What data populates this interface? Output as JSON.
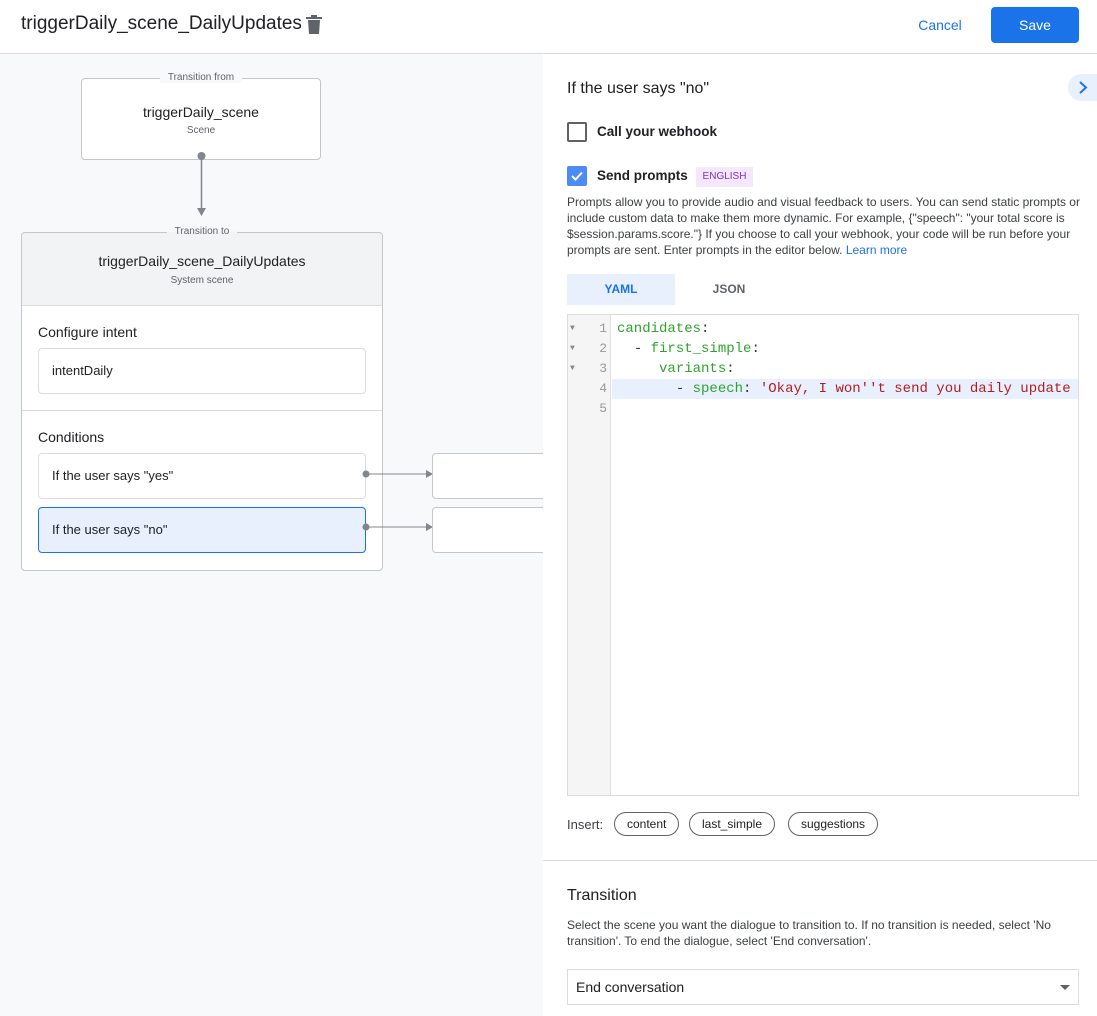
{
  "header": {
    "title": "triggerDaily_scene_DailyUpdates",
    "cancel_label": "Cancel",
    "save_label": "Save",
    "accent": "#1a73e8"
  },
  "canvas": {
    "from": {
      "legend": "Transition from",
      "name": "triggerDaily_scene",
      "type": "Scene"
    },
    "to": {
      "legend": "Transition to",
      "name": "triggerDaily_scene_DailyUpdates",
      "type": "System scene",
      "intent_label": "Configure intent",
      "intent_value": "intentDaily",
      "conditions_label": "Conditions",
      "conditions": [
        {
          "label": "If the user says \"yes\"",
          "selected": false
        },
        {
          "label": "If the user says \"no\"",
          "selected": true
        }
      ]
    }
  },
  "panel": {
    "heading": "If the user says \"no\"",
    "webhook": {
      "label": "Call your webhook",
      "checked": false
    },
    "prompts": {
      "label": "Send prompts",
      "checked": true,
      "badge": "ENGLISH",
      "description": "Prompts allow you to provide audio and visual feedback to users. You can send static prompts or include custom data to make them more dynamic. For example, {\"speech\": \"your total score is $session.params.score.\"} If you choose to call your webhook, your code will be run before your prompts are sent. Enter prompts in the editor below.",
      "learn_more": "Learn more"
    },
    "tabs": [
      {
        "label": "YAML",
        "active": true
      },
      {
        "label": "JSON",
        "active": false
      }
    ],
    "editor": {
      "line_numbers": [
        "1",
        "2",
        "3",
        "4",
        "5"
      ],
      "lines": [
        {
          "key": "candidates",
          "sep": ":",
          "indent": "",
          "dash": ""
        },
        {
          "key": "first_simple",
          "sep": ":",
          "indent": "  ",
          "dash": "- "
        },
        {
          "key": "variants",
          "sep": ":",
          "indent": "     ",
          "dash": ""
        },
        {
          "key": "speech",
          "sep": ": ",
          "indent": "       ",
          "dash": "- ",
          "value": "'Okay, I won''t send you daily update"
        }
      ]
    },
    "insert": {
      "label": "Insert:",
      "chips": [
        "content",
        "last_simple",
        "suggestions"
      ]
    },
    "transition": {
      "heading": "Transition",
      "description": "Select the scene you want the dialogue to transition to. If no transition is needed, select 'No transition'. To end the dialogue, select 'End conversation'.",
      "selected": "End conversation"
    }
  }
}
